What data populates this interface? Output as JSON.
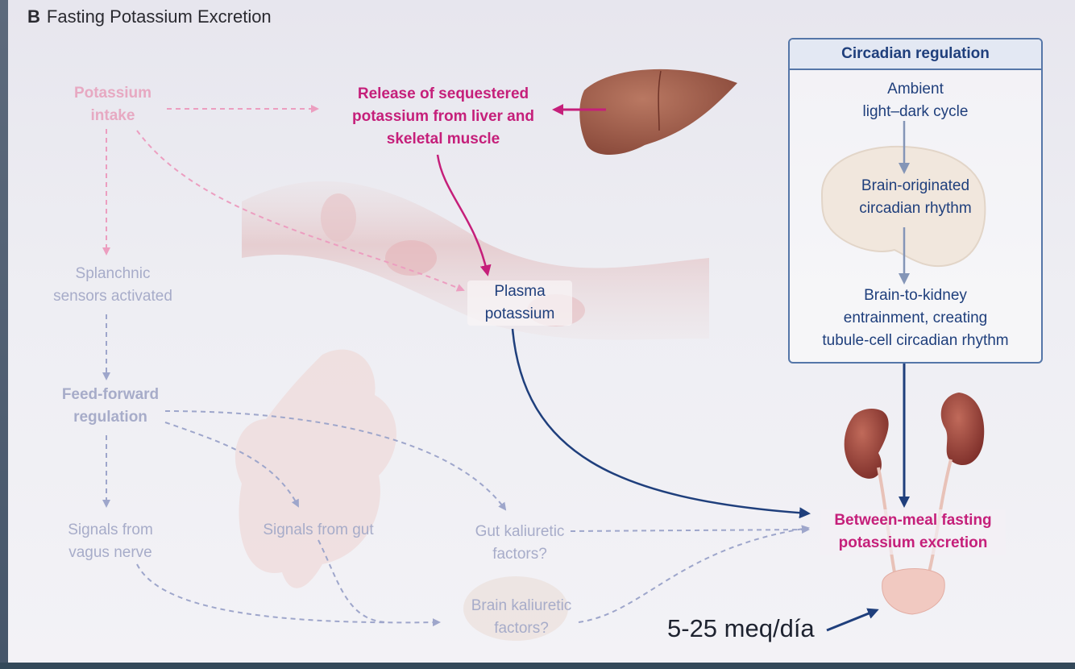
{
  "panel": {
    "letter": "B",
    "title": "Fasting Potassium Excretion"
  },
  "labels": {
    "potassium_intake": [
      "Potassium",
      "intake"
    ],
    "release": [
      "Release of sequestered",
      "potassium from liver and",
      "skeletal muscle"
    ],
    "plasma": [
      "Plasma",
      "potassium"
    ],
    "splanchnic": [
      "Splanchnic",
      "sensors activated"
    ],
    "feed_forward": [
      "Feed-forward",
      "regulation"
    ],
    "vagus": [
      "Signals from",
      "vagus nerve"
    ],
    "gut_signals": [
      "Signals from gut"
    ],
    "gut_factors": [
      "Gut kaliuretic",
      "factors?"
    ],
    "brain_factors": [
      "Brain kaliuretic",
      "factors?"
    ],
    "excretion": [
      "Between-meal fasting",
      "potassium excretion"
    ]
  },
  "circadian": {
    "header": "Circadian regulation",
    "ambient": [
      "Ambient",
      "light–dark cycle"
    ],
    "brain_rhythm": [
      "Brain-originated",
      "circadian rhythm"
    ],
    "entrainment": [
      "Brain-to-kidney",
      "entrainment, creating",
      "tubule-cell circadian rhythm"
    ]
  },
  "annotation": "5-25 meq/día",
  "colors": {
    "magenta": "#c51f7a",
    "navy": "#1f3f7c",
    "faint_pink": "#e7a9c2",
    "faint_blue": "#a7acc9"
  }
}
